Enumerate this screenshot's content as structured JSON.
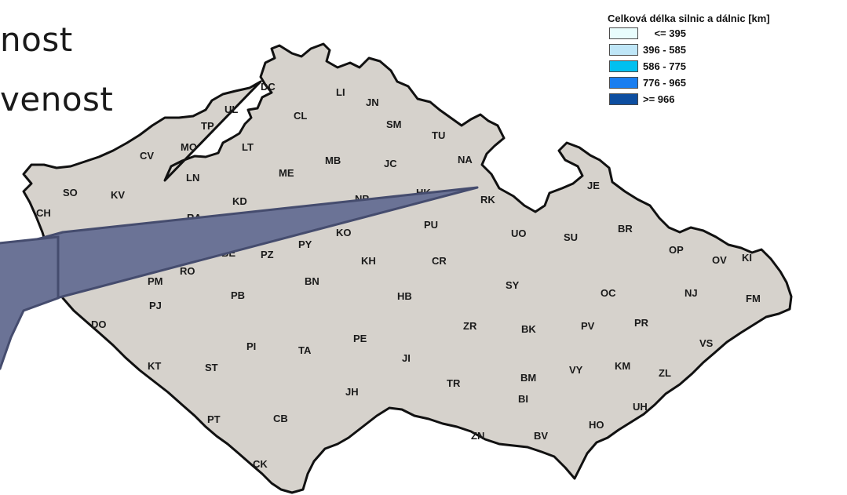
{
  "slide": {
    "text_line_1": "nost",
    "text_line_2": "venost"
  },
  "legend": {
    "title": "Celková délka silnic a dálnic [km]",
    "items": [
      {
        "label": "    <= 395",
        "color": "#e8fcfc"
      },
      {
        "label": "396 - 585",
        "color": "#bfe6f7"
      },
      {
        "label": "586 - 775",
        "color": "#00c0f0"
      },
      {
        "label": "776 - 965",
        "color": "#1a7ef0"
      },
      {
        "label": ">= 966",
        "color": "#0d4ea0"
      }
    ]
  },
  "map": {
    "fill_color": "#d6d2cc",
    "callout_color": "#6b7396",
    "districts": [
      {
        "code": "DC"
      },
      {
        "code": "LI"
      },
      {
        "code": "JN"
      },
      {
        "code": "UL"
      },
      {
        "code": "CL"
      },
      {
        "code": "SM"
      },
      {
        "code": "TP"
      },
      {
        "code": "TU"
      },
      {
        "code": "MO"
      },
      {
        "code": "LT"
      },
      {
        "code": "CV"
      },
      {
        "code": "MB"
      },
      {
        "code": "JC"
      },
      {
        "code": "NA"
      },
      {
        "code": "ME"
      },
      {
        "code": "LN"
      },
      {
        "code": "SO"
      },
      {
        "code": "KV"
      },
      {
        "code": "KD"
      },
      {
        "code": "NB"
      },
      {
        "code": "HK"
      },
      {
        "code": "RK"
      },
      {
        "code": "JE"
      },
      {
        "code": "CH"
      },
      {
        "code": "RA"
      },
      {
        "code": "PU"
      },
      {
        "code": "BR"
      },
      {
        "code": "KO"
      },
      {
        "code": "UO"
      },
      {
        "code": "SU"
      },
      {
        "code": "BE"
      },
      {
        "code": "PY"
      },
      {
        "code": "PZ"
      },
      {
        "code": "OP"
      },
      {
        "code": "OV"
      },
      {
        "code": "KI"
      },
      {
        "code": "RO"
      },
      {
        "code": "KH"
      },
      {
        "code": "CR"
      },
      {
        "code": "PM"
      },
      {
        "code": "BN"
      },
      {
        "code": "SY"
      },
      {
        "code": "PJ"
      },
      {
        "code": "PB"
      },
      {
        "code": "HB"
      },
      {
        "code": "OC"
      },
      {
        "code": "NJ"
      },
      {
        "code": "FM"
      },
      {
        "code": "DO"
      },
      {
        "code": "ZR"
      },
      {
        "code": "BK"
      },
      {
        "code": "PV"
      },
      {
        "code": "PR"
      },
      {
        "code": "PE"
      },
      {
        "code": "VS"
      },
      {
        "code": "PI"
      },
      {
        "code": "TA"
      },
      {
        "code": "JI"
      },
      {
        "code": "KT"
      },
      {
        "code": "ST"
      },
      {
        "code": "VY"
      },
      {
        "code": "KM"
      },
      {
        "code": "BM"
      },
      {
        "code": "ZL"
      },
      {
        "code": "TR"
      },
      {
        "code": "JH"
      },
      {
        "code": "BI"
      },
      {
        "code": "UH"
      },
      {
        "code": "PT"
      },
      {
        "code": "CB"
      },
      {
        "code": "HO"
      },
      {
        "code": "ZN"
      },
      {
        "code": "BV"
      },
      {
        "code": "CK"
      }
    ]
  }
}
